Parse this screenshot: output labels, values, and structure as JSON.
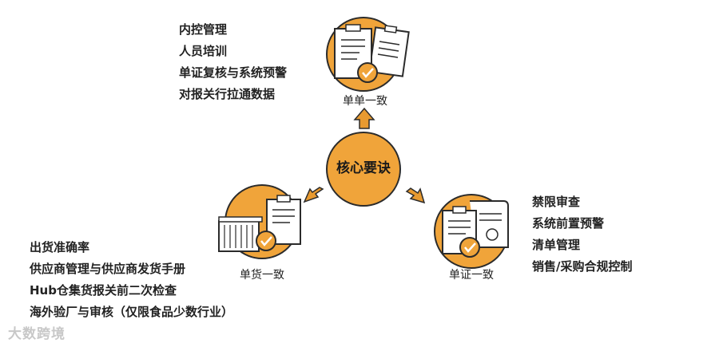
{
  "center": {
    "label": "核心要诀"
  },
  "nodes": {
    "top": {
      "label": "单单一致"
    },
    "left": {
      "label": "单货一致"
    },
    "right": {
      "label": "单证一致"
    }
  },
  "lists": {
    "top": [
      "内控管理",
      "人员培训",
      "单证复核与系统预警",
      "对报关行拉通数据"
    ],
    "left": [
      "出货准确率",
      "供应商管理与供应商发货手册",
      "Hub仓集货报关前二次检查",
      "海外验厂与审核（仅限食品少数行业）"
    ],
    "right": [
      "禁限审查",
      "系统前置预警",
      "清单管理",
      "销售/采购合规控制"
    ]
  },
  "icons": {
    "top": "documents-check-icon",
    "left": "container-clipboard-check-icon",
    "right": "certificate-check-icon"
  },
  "colors": {
    "accent": "#F0A43A",
    "outline": "#2b2b2b",
    "text": "#222222",
    "watermark": "#c8c8c8"
  },
  "watermark": {
    "text": "大数跨境"
  }
}
